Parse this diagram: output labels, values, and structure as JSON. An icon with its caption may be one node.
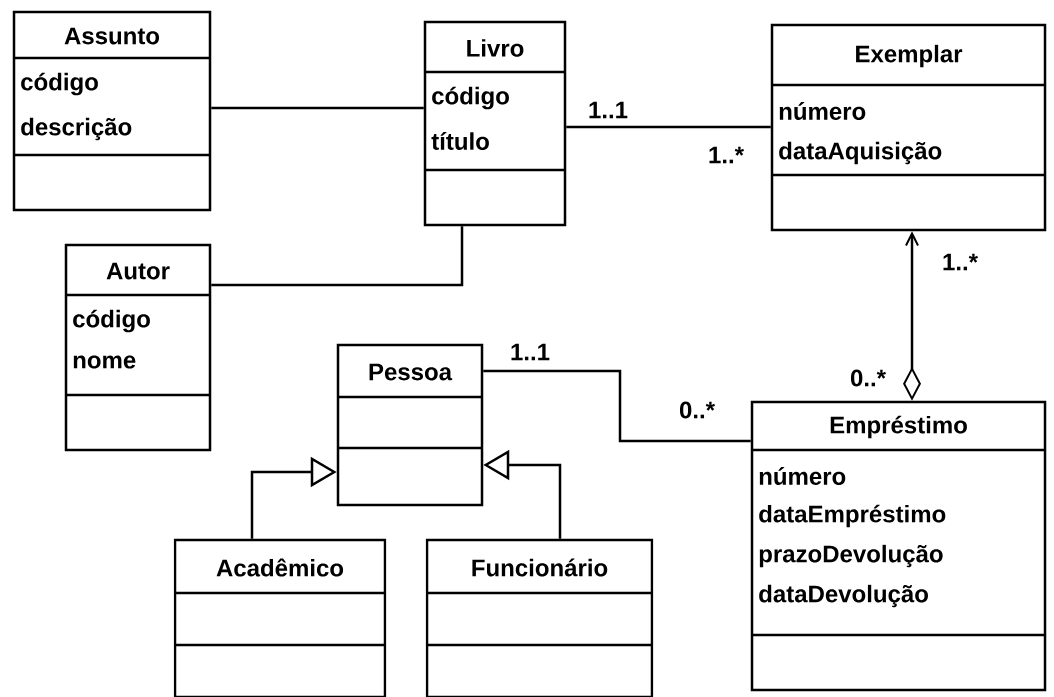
{
  "diagram": {
    "nodes": [
      {
        "text": [
          "Assunto",
          "código",
          "descrição"
        ]
      },
      {
        "text": [
          "Livro",
          "código",
          "título"
        ]
      },
      {
        "text": [
          "Exemplar",
          "número",
          "dataAquisição"
        ]
      },
      {
        "text": [
          "Autor",
          "código",
          "nome"
        ]
      },
      {
        "text": [
          "Pessoa"
        ]
      },
      {
        "text": [
          "Empréstimo",
          "número",
          "dataEmpréstimo",
          "prazoDevolução",
          "dataDevolução"
        ]
      },
      {
        "text": [
          "Acadêmico"
        ]
      },
      {
        "text": [
          "Funcionário"
        ]
      }
    ],
    "edges": [
      {
        "from": 0,
        "to": 1,
        "arrow": "none"
      },
      {
        "from": 1,
        "to": 2,
        "arrow": "none"
      },
      {
        "from": 3,
        "to": 1,
        "arrow": "none"
      },
      {
        "from": 5,
        "to": 2,
        "arrow": "to"
      },
      {
        "from": 4,
        "to": 5,
        "arrow": "none"
      },
      {
        "from": 6,
        "to": 4,
        "arrow": "to"
      },
      {
        "from": 7,
        "to": 4,
        "arrow": "to"
      }
    ],
    "labels": [
      "1..1",
      "1..*",
      "1..*",
      "1..1",
      "0..*",
      "0..*"
    ]
  }
}
